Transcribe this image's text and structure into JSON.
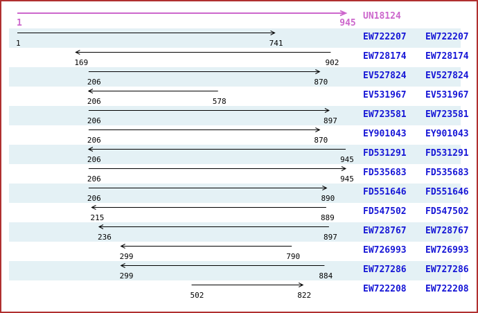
{
  "figure": {
    "border_color": "#b03030",
    "band_color": "#e4f1f5",
    "background_color": "#ffffff",
    "accession_link_color": "#1616d6",
    "reference_color": "#cc66cc",
    "arrow_color": "#000000"
  },
  "chart_data": {
    "type": "bar",
    "subtype": "horizontal-span-alignment-map",
    "title": "",
    "xlabel": "",
    "ylabel": "",
    "x_range": [
      1,
      945
    ],
    "grid": false,
    "legend_position": "right-labels-two-columns",
    "row_shading": "alternating (first aligned row shaded light blue)",
    "reference": {
      "label": "UN18124",
      "start": 1,
      "end": 945,
      "direction": "right"
    },
    "rows": [
      {
        "label": "EW722207",
        "start": 1,
        "end": 741,
        "direction": "right"
      },
      {
        "label": "EW728174",
        "start": 169,
        "end": 902,
        "direction": "left"
      },
      {
        "label": "EV527824",
        "start": 206,
        "end": 870,
        "direction": "right"
      },
      {
        "label": "EV531967",
        "start": 206,
        "end": 578,
        "direction": "left"
      },
      {
        "label": "EW723581",
        "start": 206,
        "end": 897,
        "direction": "right"
      },
      {
        "label": "EY901043",
        "start": 206,
        "end": 870,
        "direction": "right"
      },
      {
        "label": "FD531291",
        "start": 206,
        "end": 945,
        "direction": "left"
      },
      {
        "label": "FD535683",
        "start": 206,
        "end": 945,
        "direction": "right"
      },
      {
        "label": "FD551646",
        "start": 206,
        "end": 890,
        "direction": "right"
      },
      {
        "label": "FD547502",
        "start": 215,
        "end": 889,
        "direction": "left"
      },
      {
        "label": "EW728767",
        "start": 236,
        "end": 897,
        "direction": "left"
      },
      {
        "label": "EW726993",
        "start": 299,
        "end": 790,
        "direction": "left"
      },
      {
        "label": "EW727286",
        "start": 299,
        "end": 884,
        "direction": "left"
      },
      {
        "label": "EW722208",
        "start": 502,
        "end": 822,
        "direction": "right"
      }
    ],
    "notes": "Each aligned row shows its accession label twice on the right; start/end coordinates are printed under the arrow ends; arrow direction indicates strand."
  }
}
